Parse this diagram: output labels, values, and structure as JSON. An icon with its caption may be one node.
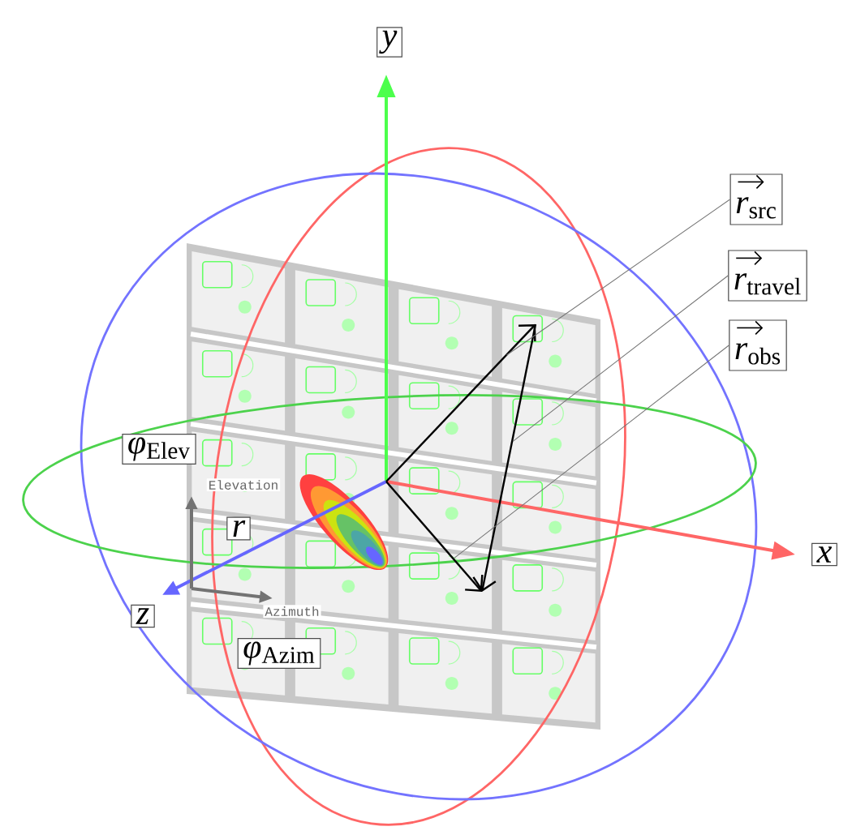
{
  "diagram": {
    "nodes": [
      {
        "text": [
          "y"
        ]
      },
      {
        "text": [
          "x"
        ]
      },
      {
        "text": [
          "z"
        ]
      },
      {
        "text": [
          "*r*$_{src}$"
        ]
      },
      {
        "text": [
          "*r*$_{travel}$"
        ]
      },
      {
        "text": [
          "*r*$_{obs}$"
        ]
      },
      {
        "text": [
          "*φ*$_{Elev}$"
        ]
      },
      {
        "text": [
          "r"
        ]
      },
      {
        "text": [
          "*φ*$_{Azim}$"
        ]
      },
      {
        "text": [],
        "shape": "arrow"
      },
      {
        "text": [],
        "shape": "arrow"
      },
      {
        "text": [],
        "shape": "arrow"
      }
    ],
    "edges": [
      {
        "from": 3,
        "to": 9,
        "arrow": "none"
      },
      {
        "from": 4,
        "to": 10,
        "arrow": "none"
      },
      {
        "from": 5,
        "to": 11,
        "arrow": "none"
      }
    ],
    "labels": [
      "Elevation",
      "Azimuth"
    ]
  }
}
